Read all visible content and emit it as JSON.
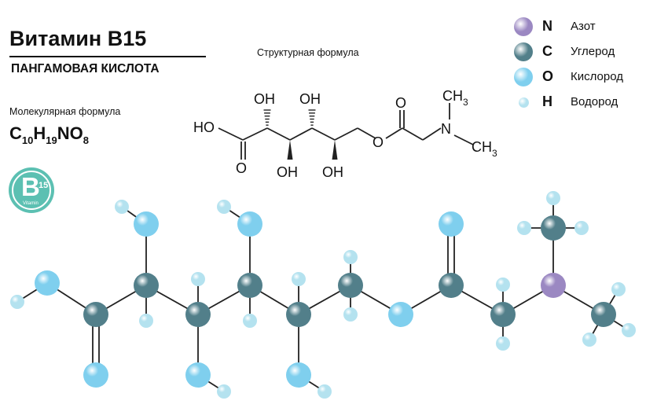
{
  "title": "Витамин B15",
  "subtitle": "ПАНГАМОВАЯ КИСЛОТА",
  "structural_label": "Структурная формула",
  "molecular_label": "Молекулярная формула",
  "molecular_formula": {
    "parts": [
      {
        "el": "C",
        "n": "10"
      },
      {
        "el": "H",
        "n": "19"
      },
      {
        "el": "N",
        "n": ""
      },
      {
        "el": "O",
        "n": "8"
      }
    ]
  },
  "badge": {
    "letter": "B",
    "number": "15",
    "word": "Vitamin"
  },
  "legend": [
    {
      "symbol": "N",
      "name": "Азот",
      "color": "#9b88c2"
    },
    {
      "symbol": "C",
      "name": "Углерод",
      "color": "#527f8a"
    },
    {
      "symbol": "O",
      "name": "Кислород",
      "color": "#7fcfee"
    },
    {
      "symbol": "H",
      "name": "Водород",
      "color": "#b4e2ef"
    }
  ],
  "structure_labels": {
    "ho": "HO",
    "oh": "OH",
    "o": "O",
    "n": "N",
    "ch": "CH",
    "three": "3"
  },
  "colors": {
    "nitrogen": "#9b88c2",
    "carbon": "#527f8a",
    "oxygen": "#7fcfee",
    "hydrogen": "#b4e2ef",
    "badge": "#5cc0b2",
    "bond": "#222222"
  }
}
